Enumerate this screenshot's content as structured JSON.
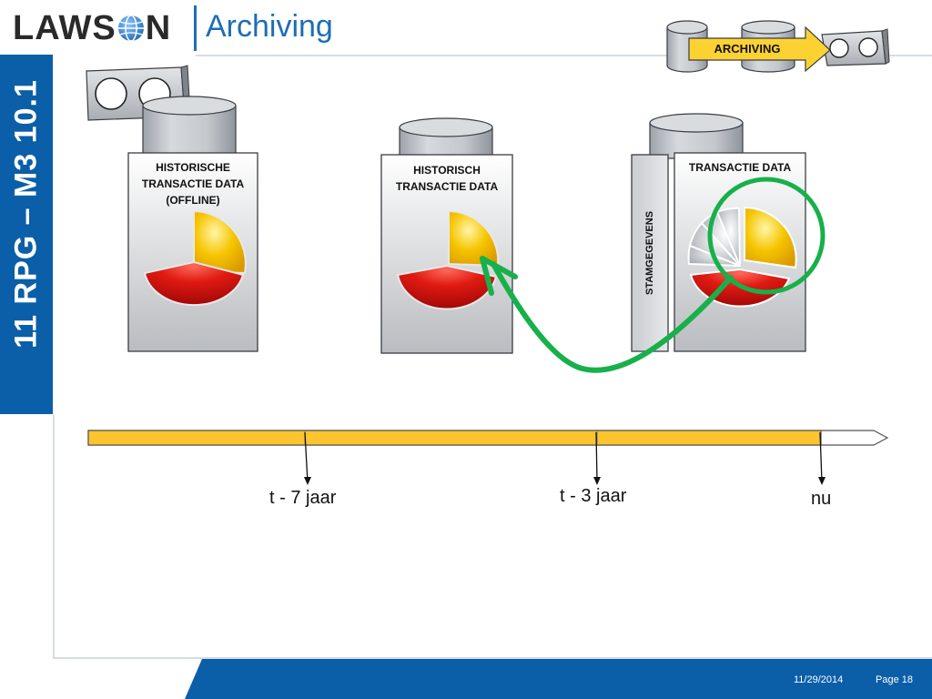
{
  "header": {
    "logo_word": "LAWS",
    "logo_word_end": "N",
    "logo_subtitle": "Archiving"
  },
  "sidebar": {
    "vertical_title": "11 RPG – M3 10.1"
  },
  "diagram": {
    "archiving_label": "ARCHIVING",
    "card_offline": "HISTORISCHE\nTRANSACTIE DATA\n(OFFLINE)",
    "card_historic": "HISTORISCH\nTRANSACTIE DATA",
    "card_transaction": "TRANSACTIE DATA",
    "master_data_label": "STAMGEGEVENS"
  },
  "timeline": {
    "labels": [
      "t - 7 jaar",
      "t - 3 jaar",
      "nu"
    ]
  },
  "footer": {
    "date": "11/29/2014",
    "page": "Page 18"
  },
  "colors": {
    "brand_blue": "#0b5ea8",
    "timeline_yellow": "#fcc42e",
    "pie_yellow": "#f6c400",
    "pie_red": "#d40f0f",
    "arrow_green": "#17b04a"
  },
  "icons": [
    "globe-icon",
    "database-icon",
    "tape-icon",
    "arrow-right-icon"
  ]
}
